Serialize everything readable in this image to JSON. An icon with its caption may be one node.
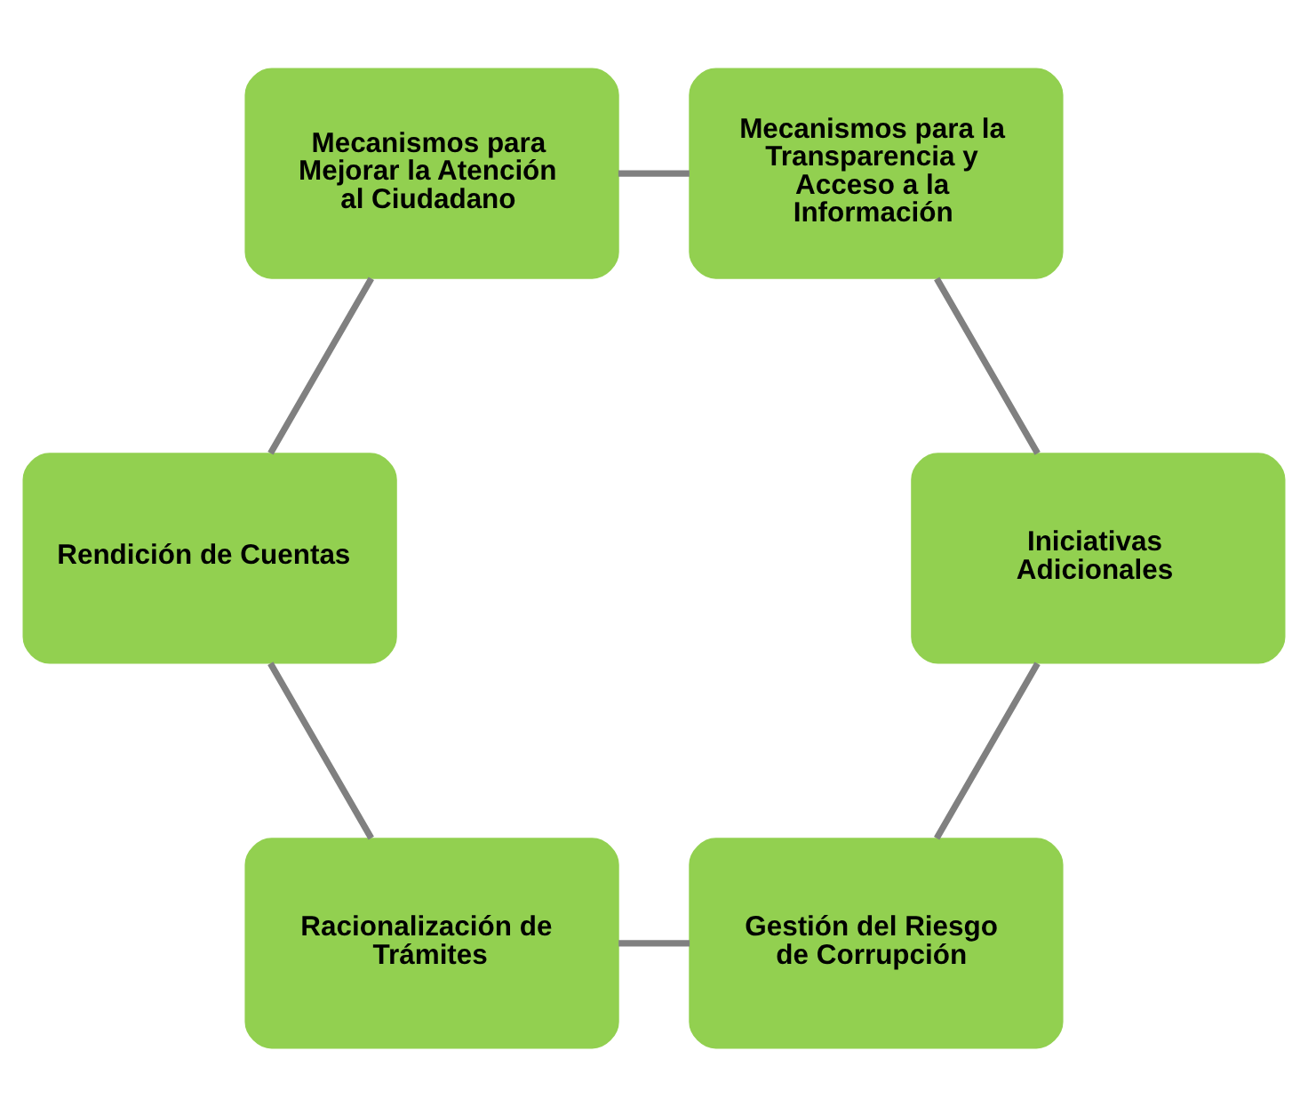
{
  "diagram": {
    "nodes": [
      {
        "text": [
          "Gestión del Riesgo de Corrupción"
        ]
      },
      {
        "text": [
          "Racionalización de Trámites"
        ]
      },
      {
        "text": [
          "Rendición de Cuentas"
        ]
      },
      {
        "text": [
          "Mecanismos para Mejorar la Atención al Ciudadano"
        ]
      },
      {
        "text": [
          "Mecanismos para la Transparencia y Acceso a la Información"
        ]
      },
      {
        "text": [
          "Iniciativas Adicionales"
        ]
      }
    ],
    "edges": [
      {
        "from": 0,
        "to": 1,
        "arrow": "none"
      },
      {
        "from": 1,
        "to": 2,
        "arrow": "none"
      },
      {
        "from": 2,
        "to": 3,
        "arrow": "none"
      },
      {
        "from": 3,
        "to": 4,
        "arrow": "none"
      },
      {
        "from": 4,
        "to": 5,
        "arrow": "none"
      },
      {
        "from": 5,
        "to": 0,
        "arrow": "none"
      }
    ]
  }
}
